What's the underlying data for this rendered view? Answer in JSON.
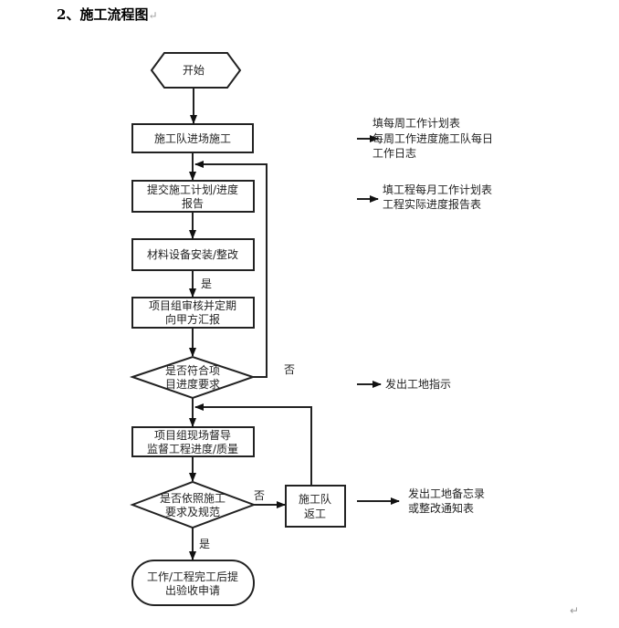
{
  "heading": {
    "number": "2、",
    "title": "施工流程图",
    "paragraph_mark": "↵"
  },
  "flowchart": {
    "start": "开始",
    "steps": [
      {
        "id": "s1",
        "lines": [
          "施工队进场施工"
        ]
      },
      {
        "id": "s2",
        "lines": [
          "提交施工计划/进度",
          "报告"
        ]
      },
      {
        "id": "s3",
        "lines": [
          "材料设备安装/整改"
        ]
      },
      {
        "id": "s4",
        "lines": [
          "项目组审核并定期",
          "向甲方汇报"
        ]
      },
      {
        "id": "s5",
        "lines": [
          "项目组现场督导",
          "监督工程进度/质量"
        ]
      },
      {
        "id": "s6",
        "lines": [
          "施工队",
          "返工"
        ]
      }
    ],
    "decisions": [
      {
        "id": "d1",
        "lines": [
          "是否符合项",
          "目进度要求"
        ],
        "no_label": "否"
      },
      {
        "id": "d2",
        "lines": [
          "是否依照施工",
          "要求及规范"
        ],
        "no_label": "否",
        "yes_label": "是"
      }
    ],
    "edge_labels": {
      "s3_to_s4": "是"
    },
    "end": [
      "工作/工程完工后提",
      "出验收申请"
    ],
    "notes": [
      {
        "id": "n1",
        "lines": [
          "填每周工作计划表",
          "每周工作进度施工队每日",
          "工作日志"
        ]
      },
      {
        "id": "n2",
        "lines": [
          "填工程每月工作计划表",
          "工程实际进度报告表"
        ]
      },
      {
        "id": "n3",
        "lines": [
          "发出工地指示"
        ]
      },
      {
        "id": "n4",
        "lines": [
          "发出工地备忘录",
          "或整改通知表"
        ]
      }
    ]
  },
  "end_paragraph_mark": "↵"
}
